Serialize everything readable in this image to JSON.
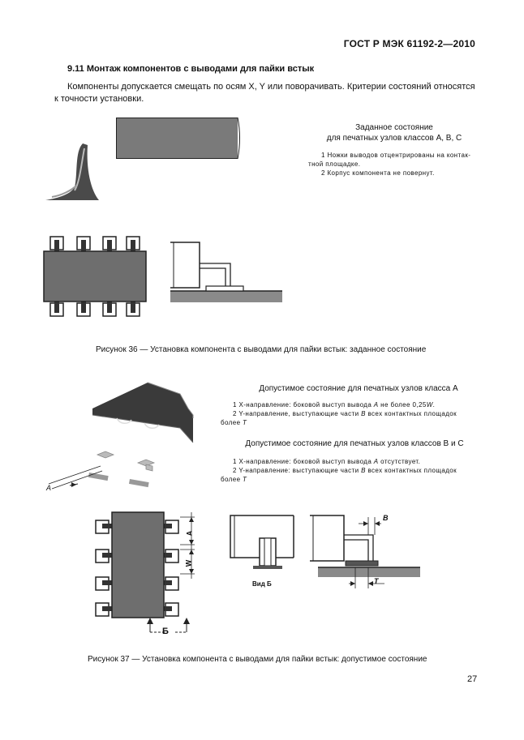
{
  "header": {
    "standard_code": "ГОСТ Р МЭК 61192-2—2010"
  },
  "section": {
    "title": "9.11 Монтаж компонентов с выводами для пайки встык",
    "intro": "Компоненты допускается смещать по осям X, Y или поворачивать. Критерии состояний относятся к точности установки."
  },
  "figure36": {
    "state_title_line1": "Заданное состояние",
    "state_title_line2": "для печатных узлов классов A, B, C",
    "note1_a": "1 Ножки выводов отцентрированы на контак-",
    "note1_b": "тной площадке.",
    "note2": "2 Корпус компонента не повернут.",
    "caption": "Рисунок 36 — Установка компонента с выводами  для пайки встык:  заданное состояние"
  },
  "figure37": {
    "classA_title": "Допустимое состояние для печатных узлов класса A",
    "classA_note1_prefix": "1 X-направление: боковой выступ вывода ",
    "classA_note1_var": "A",
    "classA_note1_suffix": " не более 0,25",
    "classA_note1_w": "W",
    "classA_note2_a": "2 Y-направление, выступающие части ",
    "classA_note2_var": "B",
    "classA_note2_b": " всех контактных площадок",
    "classA_note2_c": "более ",
    "classA_note2_t": "T",
    "classBC_title": "Допустимое состояние для печатных узлов классов B и C",
    "classBC_note1_prefix": "1 X-направление: боковой выступ вывода ",
    "classBC_note1_var": "A",
    "classBC_note1_suffix": " отсутствует.",
    "classBC_note2_a": "2 Y-направление: выступающие части ",
    "classBC_note2_var": "B",
    "classBC_note2_b": " всех контактных площадок",
    "classBC_note2_c": "более ",
    "classBC_note2_t": "T",
    "label_A_iso": "A",
    "label_A_dim": "A",
    "label_W_dim": "W",
    "label_B_view": "Б",
    "view_label": "Вид Б",
    "label_B_dim": "B",
    "label_T_dim": "T",
    "caption": "Рисунок 37 — Установка компонента с выводами  для пайки встык:  допустимое состояние"
  },
  "page_number": "27"
}
